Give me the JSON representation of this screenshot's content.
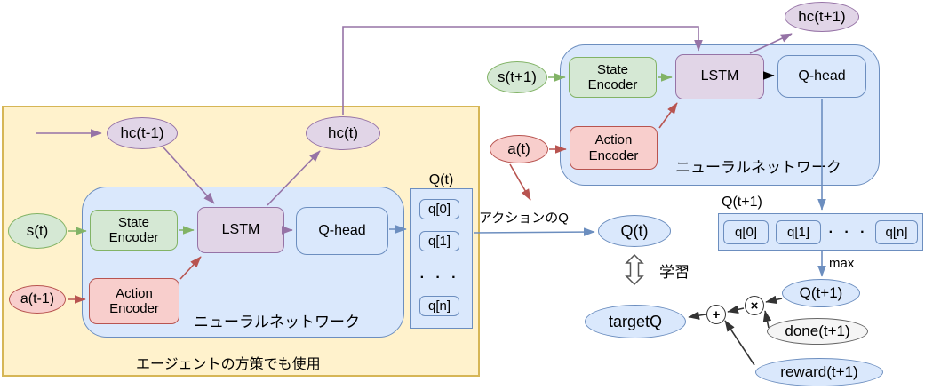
{
  "colors": {
    "yellow_fill": "#FFF2CC",
    "yellow_border": "#D6B656",
    "blue_fill": "#DAE8FC",
    "blue_border": "#6C8EBF",
    "green_fill": "#D5E8D4",
    "green_border": "#82B366",
    "red_fill": "#F8CECC",
    "red_border": "#B85450",
    "purple_fill": "#E1D5E7",
    "purple_border": "#9673A6",
    "gray_fill": "#F5F5F5",
    "gray_border": "#666666"
  },
  "left": {
    "hidden_in": "hc(t-1)",
    "hidden_out": "hc(t)",
    "state_in": "s(t)",
    "action_in": "a(t-1)",
    "state_encoder": "State Encoder",
    "action_encoder": "Action Encoder",
    "lstm": "LSTM",
    "q_head": "Q-head",
    "network_label": "ニューラルネットワーク",
    "policy_note": "エージェントの方策でも使用",
    "q_column": {
      "label": "Q(t)",
      "cells": [
        "q[0]",
        "q[1]",
        "· · ·",
        "q[n]"
      ]
    }
  },
  "right": {
    "hidden_out": "hc(t+1)",
    "state_in": "s(t+1)",
    "action_in": "a(t)",
    "state_encoder": "State Encoder",
    "action_encoder": "Action Encoder",
    "lstm": "LSTM",
    "q_head": "Q-head",
    "network_label": "ニューラルネットワーク",
    "q_row": {
      "label": "Q(t+1)",
      "cells": [
        "q[0]",
        "q[1]",
        "· · ·",
        "q[n]"
      ]
    }
  },
  "flow": {
    "action_q_label": "アクションのQ",
    "q_current": "Q(t)",
    "learn_label": "学習",
    "max_label": "max",
    "q_next": "Q(t+1)",
    "target_q": "targetQ",
    "done": "done(t+1)",
    "reward": "reward(t+1)",
    "times_op": "×",
    "plus_op": "+"
  }
}
